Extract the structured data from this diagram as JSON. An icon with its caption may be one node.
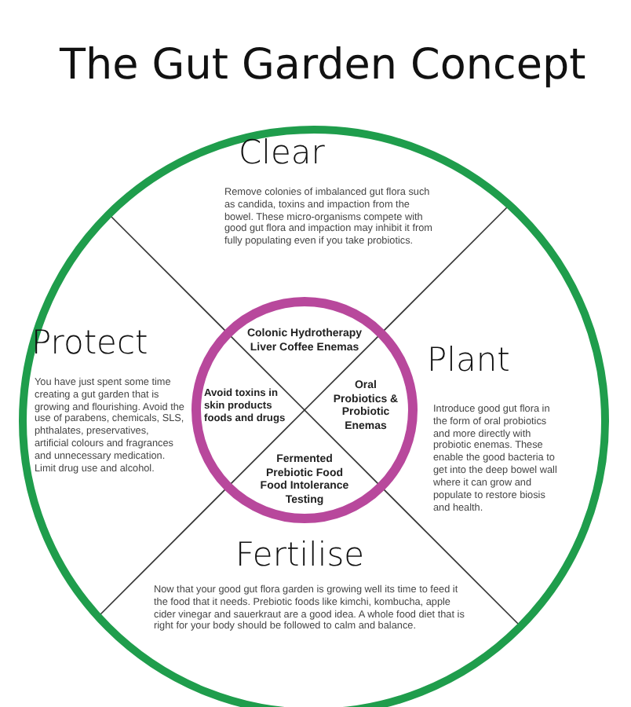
{
  "diagram": {
    "title": "The Gut Garden Concept",
    "nodes": [
      {
        "text": [
          "Clear",
          "Remove colonies of imbalanced gut flora such as candida, toxins and impaction from the bowel. These micro-organisms compete with good gut flora and impaction may inhibit it from fully populating even if you take probiotics.",
          "Protect",
          "You have just spent some time creating a gut garden that is growing and flourishing. Avoid the use of parabens, chemicals, SLS, phthalates, preservatives, artificial colours and fragrances and unnecessary medication. Limit drug use and alcohol.",
          "Plant",
          "Introduce good gut flora in the form of oral probiotics and more directly with probiotic enemas. These enable the good bacteria to get into the deep bowel wall where it can grow and populate to restore biosis and health.",
          "Fertilise",
          "Now that your good gut flora garden is growing well its time to feed it the food that it needs. Prebiotic foods like kimchi, kombucha, apple cider vinegar and sauerkraut are a good idea. A whole food diet that is right  for your body should be followed to calm and balance."
        ]
      },
      {
        "text": [
          "Colonic Hydrotherapy Liver Coffee Enemas",
          "Avoid toxins in skin products foods and drugs",
          "Oral Probiotics & Probiotic Enemas",
          "Fermented Prebiotic Food Food Intolerance Testing"
        ],
        "in": 0
      }
    ]
  }
}
